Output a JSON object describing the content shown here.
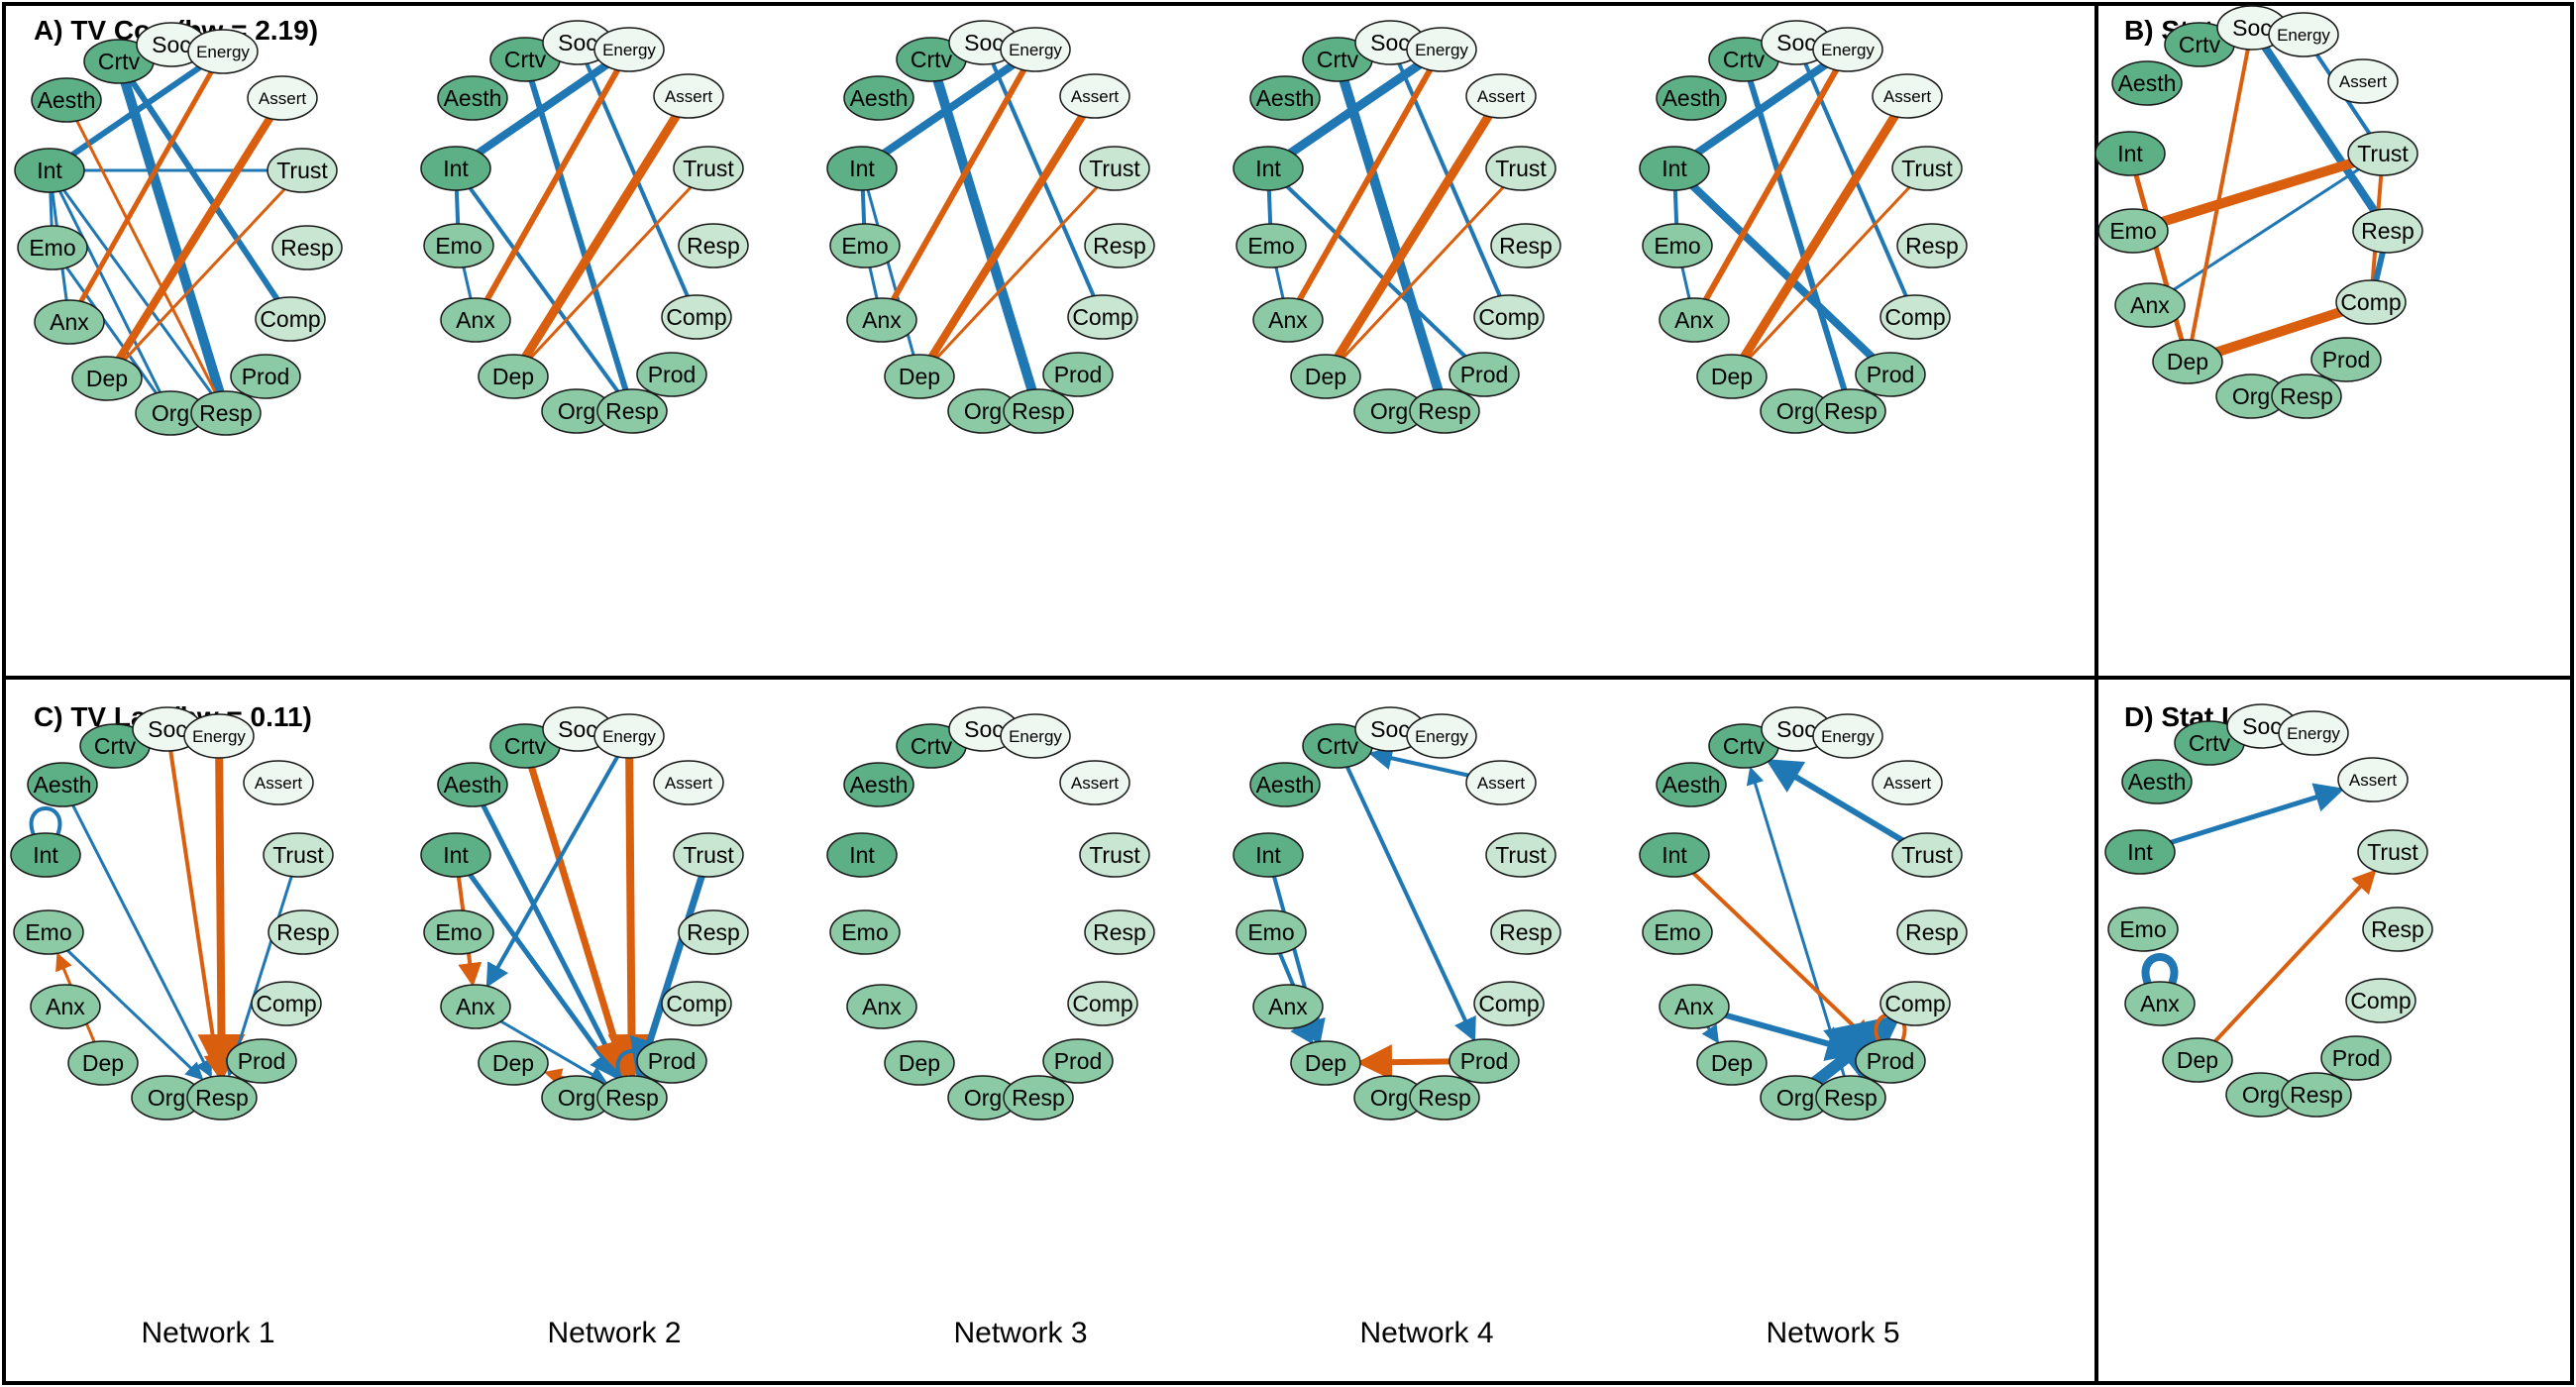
{
  "colors": {
    "positive": "#1f77b4",
    "negative": "#d95f0e",
    "node_dark": "#5daf86",
    "node_mid": "#8ccaa6",
    "node_light": "#c8e6d1",
    "node_pale": "#eef7f0",
    "node_stroke": "#1a1a1a",
    "panel_border": "#000000"
  },
  "panels": {
    "A": {
      "title": "A) TV Con (bw = 2.19)"
    },
    "B": {
      "title": "B) Stat Con"
    },
    "C": {
      "title": "C) TV Lag (bw = 0.11)"
    },
    "D": {
      "title": "D) Stat Lag"
    }
  },
  "network_labels": [
    "Network 1",
    "Network 2",
    "Network 3",
    "Network 4",
    "Network 5"
  ],
  "nodes": [
    {
      "id": "crtv",
      "label": "Crtv",
      "shade": "dark"
    },
    {
      "id": "soc",
      "label": "Soc",
      "shade": "pale"
    },
    {
      "id": "energy",
      "label": "Energy",
      "shade": "pale",
      "small": true
    },
    {
      "id": "aesth",
      "label": "Aesth",
      "shade": "dark"
    },
    {
      "id": "assert",
      "label": "Assert",
      "shade": "pale",
      "small": true
    },
    {
      "id": "int",
      "label": "Int",
      "shade": "dark"
    },
    {
      "id": "trust",
      "label": "Trust",
      "shade": "light"
    },
    {
      "id": "emo",
      "label": "Emo",
      "shade": "mid"
    },
    {
      "id": "resp_r",
      "label": "Resp",
      "shade": "light"
    },
    {
      "id": "anx",
      "label": "Anx",
      "shade": "mid"
    },
    {
      "id": "comp",
      "label": "Comp",
      "shade": "light"
    },
    {
      "id": "dep",
      "label": "Dep",
      "shade": "mid"
    },
    {
      "id": "prod",
      "label": "Prod",
      "shade": "mid"
    },
    {
      "id": "org",
      "label": "Org",
      "shade": "mid"
    },
    {
      "id": "resp_b",
      "label": "Resp",
      "shade": "mid"
    }
  ],
  "graphs": {
    "A1": {
      "edges": [
        [
          "int",
          "energy",
          "pos",
          3
        ],
        [
          "crtv",
          "resp_b",
          "pos",
          5
        ],
        [
          "int",
          "trust",
          "pos",
          1.5
        ],
        [
          "int",
          "resp_b",
          "pos",
          1.5
        ],
        [
          "int",
          "org",
          "pos",
          1.5
        ],
        [
          "emo",
          "org",
          "pos",
          1.5
        ],
        [
          "crtv",
          "comp",
          "pos",
          3
        ],
        [
          "anx",
          "int",
          "pos",
          1.5
        ],
        [
          "aesth",
          "resp_b",
          "neg",
          1.5
        ],
        [
          "dep",
          "assert",
          "neg",
          4
        ],
        [
          "anx",
          "energy",
          "neg",
          2.5
        ],
        [
          "dep",
          "trust",
          "neg",
          1.5
        ],
        [
          "emo",
          "int",
          "pos",
          1.5
        ],
        [
          "prod",
          "resp_b",
          "pos",
          2
        ]
      ]
    },
    "A2": {
      "edges": [
        [
          "int",
          "energy",
          "pos",
          4
        ],
        [
          "crtv",
          "resp_b",
          "pos",
          3
        ],
        [
          "int",
          "resp_b",
          "pos",
          2
        ],
        [
          "soc",
          "comp",
          "pos",
          2
        ],
        [
          "anx",
          "energy",
          "neg",
          3
        ],
        [
          "dep",
          "assert",
          "neg",
          4.5
        ],
        [
          "dep",
          "trust",
          "neg",
          1.5
        ],
        [
          "int",
          "emo",
          "pos",
          2
        ],
        [
          "emo",
          "anx",
          "pos",
          1.5
        ],
        [
          "prod",
          "resp_b",
          "pos",
          2
        ]
      ]
    },
    "A3": {
      "edges": [
        [
          "int",
          "energy",
          "pos",
          4
        ],
        [
          "crtv",
          "resp_b",
          "pos",
          5
        ],
        [
          "int",
          "dep",
          "pos",
          1.5
        ],
        [
          "soc",
          "comp",
          "pos",
          2
        ],
        [
          "anx",
          "energy",
          "neg",
          3
        ],
        [
          "dep",
          "assert",
          "neg",
          4
        ],
        [
          "dep",
          "trust",
          "neg",
          1.5
        ],
        [
          "int",
          "emo",
          "pos",
          2
        ],
        [
          "emo",
          "anx",
          "pos",
          1.5
        ],
        [
          "prod",
          "resp_b",
          "pos",
          2
        ],
        [
          "int",
          "trust",
          "pos",
          0
        ]
      ]
    },
    "A4": {
      "edges": [
        [
          "int",
          "energy",
          "pos",
          4.5
        ],
        [
          "crtv",
          "resp_b",
          "pos",
          5
        ],
        [
          "int",
          "prod",
          "pos",
          2
        ],
        [
          "soc",
          "comp",
          "pos",
          2
        ],
        [
          "anx",
          "energy",
          "neg",
          3
        ],
        [
          "dep",
          "assert",
          "neg",
          4.5
        ],
        [
          "dep",
          "trust",
          "neg",
          1.5
        ],
        [
          "int",
          "emo",
          "pos",
          2
        ],
        [
          "emo",
          "anx",
          "pos",
          1.5
        ],
        [
          "prod",
          "resp_b",
          "pos",
          2
        ]
      ]
    },
    "A5": {
      "edges": [
        [
          "int",
          "energy",
          "pos",
          4
        ],
        [
          "crtv",
          "resp_b",
          "pos",
          3
        ],
        [
          "int",
          "prod",
          "pos",
          4
        ],
        [
          "soc",
          "comp",
          "pos",
          2
        ],
        [
          "anx",
          "energy",
          "neg",
          3
        ],
        [
          "dep",
          "assert",
          "neg",
          4.5
        ],
        [
          "dep",
          "trust",
          "neg",
          1.5
        ],
        [
          "int",
          "emo",
          "pos",
          2
        ],
        [
          "emo",
          "anx",
          "pos",
          1.5
        ],
        [
          "prod",
          "resp_b",
          "pos",
          2
        ]
      ]
    },
    "B": {
      "edges": [
        [
          "soc",
          "resp_r",
          "pos",
          4
        ],
        [
          "energy",
          "trust",
          "pos",
          2
        ],
        [
          "emo",
          "trust",
          "neg",
          5
        ],
        [
          "anx",
          "trust",
          "pos",
          1.5
        ],
        [
          "soc",
          "dep",
          "neg",
          2
        ],
        [
          "int",
          "dep",
          "neg",
          2.5
        ],
        [
          "dep",
          "comp",
          "neg",
          5
        ],
        [
          "trust",
          "comp",
          "neg",
          2
        ],
        [
          "comp",
          "resp_r",
          "pos",
          3
        ]
      ]
    },
    "C1": {
      "edges": [
        [
          "aesth",
          "resp_b",
          "pos",
          1.5,
          "arrow"
        ],
        [
          "soc",
          "resp_b",
          "neg",
          2,
          "arrow"
        ],
        [
          "energy",
          "resp_b",
          "neg",
          4,
          "arrow"
        ],
        [
          "trust",
          "resp_b",
          "pos",
          1.5,
          "arrow"
        ],
        [
          "emo",
          "resp_b",
          "pos",
          1.5,
          "arrow"
        ],
        [
          "dep",
          "emo",
          "neg",
          1.5,
          "arrow"
        ],
        [
          "int",
          "int",
          "pos",
          2,
          "self"
        ]
      ]
    },
    "C2": {
      "edges": [
        [
          "aesth",
          "resp_b",
          "pos",
          2.5,
          "arrow"
        ],
        [
          "int",
          "resp_b",
          "pos",
          2.5,
          "arrow"
        ],
        [
          "crtv",
          "resp_b",
          "neg",
          3.5,
          "arrow"
        ],
        [
          "energy",
          "resp_b",
          "neg",
          4,
          "arrow"
        ],
        [
          "energy",
          "anx",
          "pos",
          2,
          "arrow"
        ],
        [
          "trust",
          "resp_b",
          "pos",
          3.5,
          "arrow"
        ],
        [
          "anx",
          "resp_b",
          "pos",
          1.5,
          "arrow"
        ],
        [
          "int",
          "anx",
          "neg",
          2,
          "arrow"
        ],
        [
          "resp_b",
          "dep",
          "neg",
          1.5,
          "arrow"
        ],
        [
          "resp_b",
          "resp_b",
          "pos",
          2,
          "self"
        ]
      ]
    },
    "C3": {
      "edges": []
    },
    "C4": {
      "edges": [
        [
          "assert",
          "crtv",
          "pos",
          2,
          "arrow"
        ],
        [
          "crtv",
          "prod",
          "pos",
          2,
          "arrow"
        ],
        [
          "prod",
          "dep",
          "neg",
          3,
          "arrow"
        ],
        [
          "int",
          "dep",
          "pos",
          2,
          "arrow"
        ],
        [
          "emo",
          "dep",
          "pos",
          2,
          "arrow"
        ],
        [
          "anx",
          "dep",
          "pos",
          2,
          "arrow"
        ]
      ]
    },
    "C5": {
      "edges": [
        [
          "trust",
          "crtv",
          "pos",
          3,
          "arrow"
        ],
        [
          "resp_b",
          "crtv",
          "pos",
          1.5,
          "arrow"
        ],
        [
          "int",
          "prod",
          "neg",
          2,
          "arrow"
        ],
        [
          "anx",
          "dep",
          "pos",
          1.5,
          "arrow"
        ],
        [
          "anx",
          "prod",
          "pos",
          3,
          "arrow"
        ],
        [
          "org",
          "comp",
          "pos",
          6,
          "arrow"
        ],
        [
          "prod",
          "prod",
          "neg",
          2,
          "self"
        ]
      ]
    },
    "D": {
      "edges": [
        [
          "int",
          "assert",
          "pos",
          2.5,
          "arrow"
        ],
        [
          "dep",
          "trust",
          "neg",
          2,
          "arrow"
        ],
        [
          "anx",
          "anx",
          "pos",
          4,
          "self"
        ]
      ]
    }
  }
}
